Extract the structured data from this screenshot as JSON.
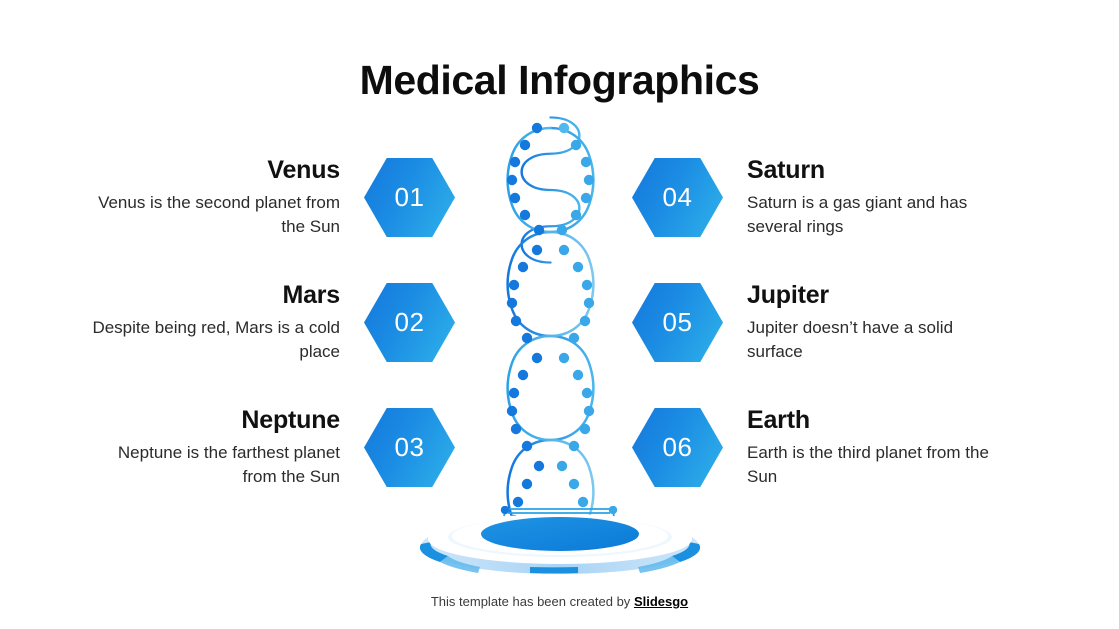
{
  "slide": {
    "title": "Medical Infographics",
    "background_color": "#ffffff"
  },
  "theme": {
    "accent_dark": "#1478dd",
    "accent_mid": "#1b8ce3",
    "accent_light": "#2fb2ea",
    "helix_light": "#7cc8ef",
    "helix_pale": "#a8d4f5",
    "title_color": "#0d0d0d",
    "body_color": "#2b2b2b"
  },
  "left_column": [
    {
      "number": "01",
      "heading": "Venus",
      "description": "Venus is the second planet from the Sun"
    },
    {
      "number": "02",
      "heading": "Mars",
      "description": "Despite being red, Mars is a cold place"
    },
    {
      "number": "03",
      "heading": "Neptune",
      "description": "Neptune is the farthest planet from the Sun"
    }
  ],
  "right_column": [
    {
      "number": "04",
      "heading": "Saturn",
      "description": "Saturn is a gas giant and has several rings"
    },
    {
      "number": "05",
      "heading": "Jupiter",
      "description": "Jupiter doesn’t have a solid surface"
    },
    {
      "number": "06",
      "heading": "Earth",
      "description": "Earth is the third planet from the Sun"
    }
  ],
  "graphic": {
    "name": "dna-double-helix",
    "base_name": "circular-platform"
  },
  "footer": {
    "text": "This template has been created by",
    "brand": "Slidesgo"
  }
}
